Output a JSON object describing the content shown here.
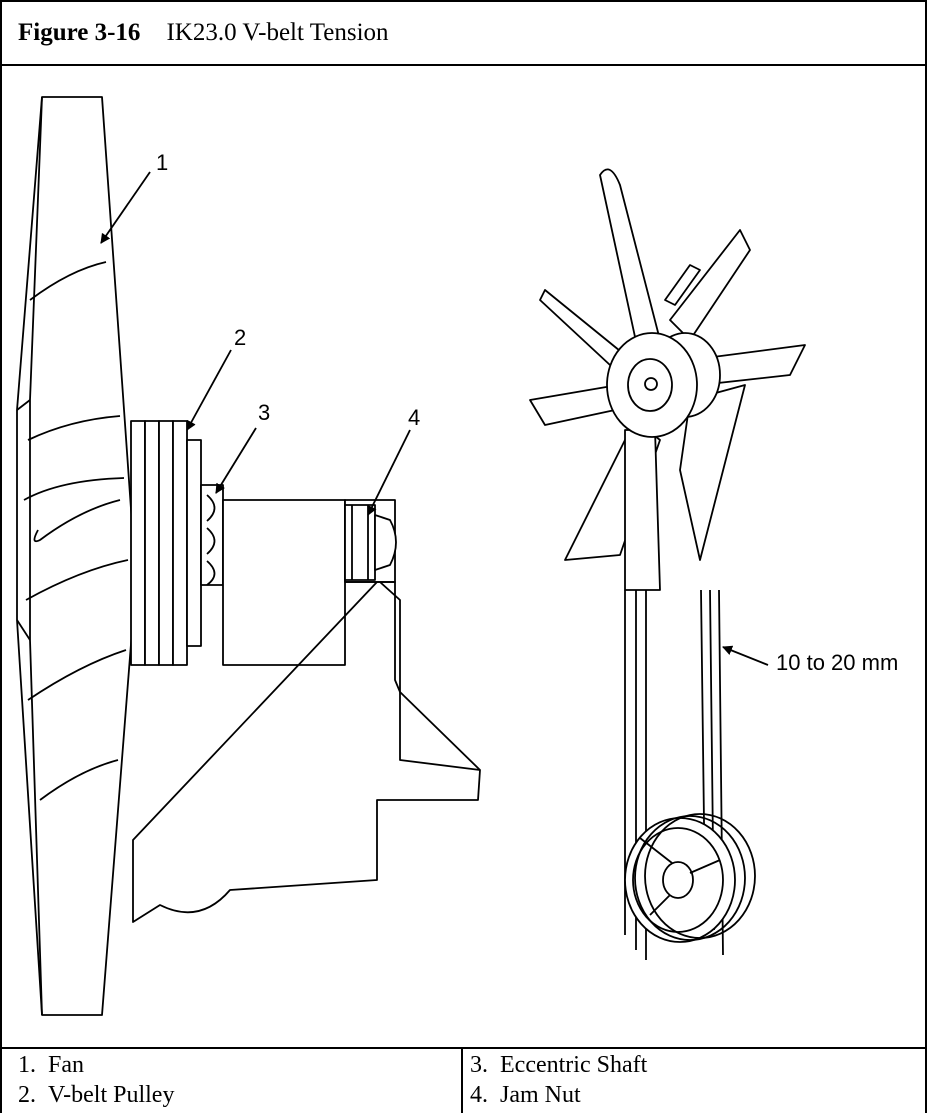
{
  "figure": {
    "number": "Figure 3-16",
    "title": "IK23.0 V-belt Tension"
  },
  "callouts": [
    "1",
    "2",
    "3",
    "4"
  ],
  "dimension_label": "10 to 20 mm",
  "legend": [
    {
      "num": "1.",
      "label": "Fan"
    },
    {
      "num": "2.",
      "label": "V-belt Pulley"
    },
    {
      "num": "3.",
      "label": "Eccentric Shaft"
    },
    {
      "num": "4.",
      "label": "Jam Nut"
    }
  ]
}
